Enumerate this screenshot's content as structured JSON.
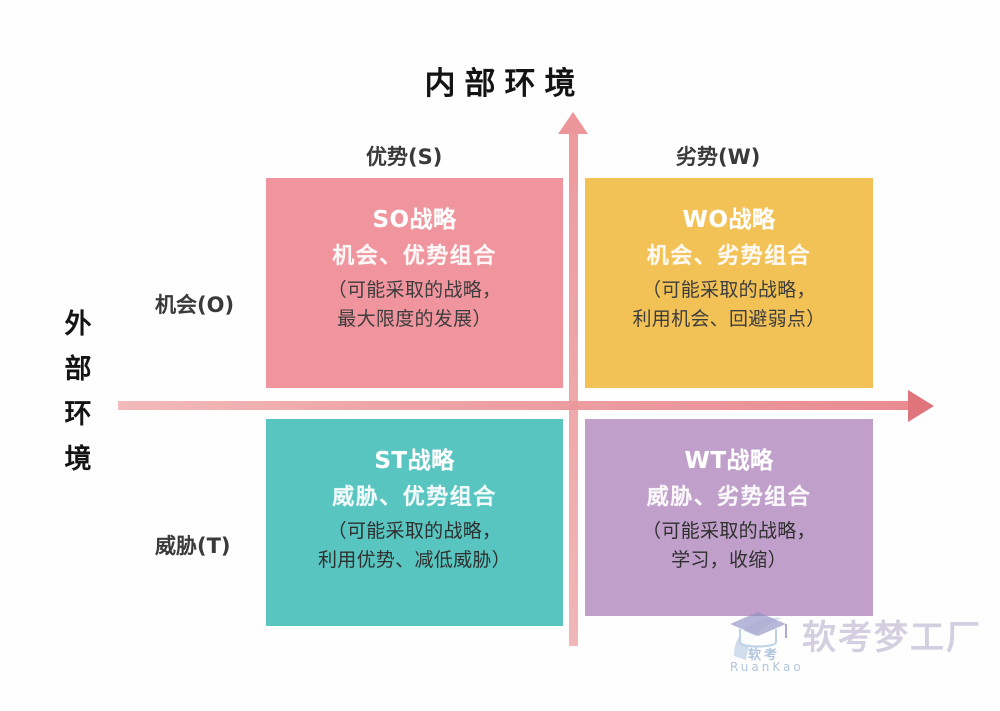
{
  "diagram": {
    "top_axis_title": "内部环境",
    "left_axis_title_chars": [
      "外",
      "部",
      "环",
      "境"
    ],
    "column_labels": {
      "strengths": "优势(S)",
      "weaknesses": "劣势(W)"
    },
    "row_labels": {
      "opportunities": "机会(O)",
      "threats": "威胁(T)"
    },
    "quadrants": [
      {
        "id": "SO",
        "title": "SO战略",
        "subtitle": "机会、优势组合",
        "note_line1": "（可能采取的战略，",
        "note_line2": "最大限度的发展）",
        "color": "#f0959e"
      },
      {
        "id": "WO",
        "title": "WO战略",
        "subtitle": "机会、劣势组合",
        "note_line1": "（可能采取的战略，",
        "note_line2": "利用机会、回避弱点）",
        "color": "#f2c257"
      },
      {
        "id": "ST",
        "title": "ST战略",
        "subtitle": "威胁、优势组合",
        "note_line1": "（可能采取的战略，",
        "note_line2": "利用优势、减低威胁）",
        "color": "#59c5c1"
      },
      {
        "id": "WT",
        "title": "WT战略",
        "subtitle": "威胁、劣势组合",
        "note_line1": "（可能采取的战略，",
        "note_line2": "学习，收缩）",
        "color": "#c0a0ca"
      }
    ],
    "axis_color": "#eda0a2"
  },
  "watermark": {
    "text": "软考梦工厂",
    "brand_cn": "软考",
    "brand_en": "RuanKao",
    "color": "#b9b3cf"
  }
}
